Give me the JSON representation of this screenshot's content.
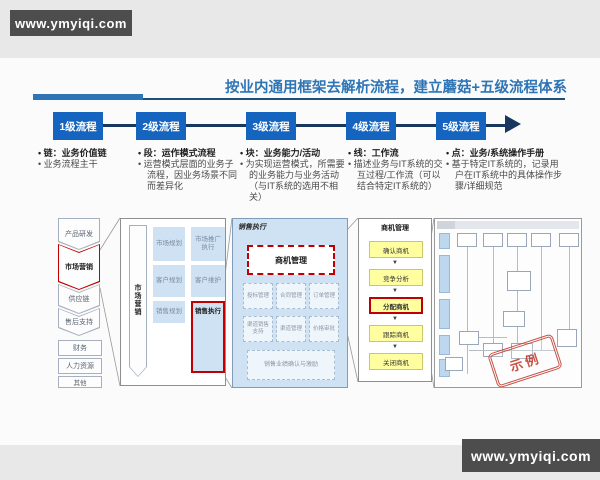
{
  "watermarks": {
    "top": "www.ymyiqi.com",
    "bottom": "www.ymyiqi.com"
  },
  "slide": {
    "title": "按业内通用框架去解析流程，建立蘑菇+五级流程体系",
    "levels": [
      {
        "label": "1级流程",
        "heading": "链：业务价值链",
        "detail": "业务流程主干"
      },
      {
        "label": "2级流程",
        "heading": "段：运作模式流程",
        "detail": "运营模式层面的业务子流程，因业务场景不同而差异化"
      },
      {
        "label": "3级流程",
        "heading": "块：业务能力/活动",
        "detail": "为实现运营模式，所需要的业务能力与业务活动（与IT系统的选用不相关）"
      },
      {
        "label": "4级流程",
        "heading": "线：工作流",
        "detail": "描述业务与IT系统的交互过程/工作流（可以结合特定IT系统的）"
      },
      {
        "label": "5级流程",
        "heading": "点：业务/系统操作手册",
        "detail": "基于特定IT系统的，记录用户在IT系统中的具体操作步骤/详细规范"
      }
    ],
    "value_chain": {
      "chevrons": [
        "产品研发",
        "市场营销",
        "供应链",
        "售后支持"
      ],
      "highlighted": "市场营销",
      "rects": [
        "财务",
        "人力资源",
        "其他"
      ]
    },
    "marketing_panel": {
      "side_label": "市场营销",
      "cells": [
        [
          "市场规划",
          "市场推广执行"
        ],
        [
          "客户规划",
          "客户维护"
        ],
        [
          "销售规划",
          "销售执行"
        ]
      ],
      "highlighted_cell": "销售执行"
    },
    "sales_panel": {
      "title": "销售执行",
      "featured": "商机管理",
      "row1": [
        "投标管理",
        "合同管理",
        "订单管理"
      ],
      "row2": [
        "渠道销售支持",
        "渠道管理",
        "价格审批"
      ],
      "bottom": "销售业绩确认与激励"
    },
    "opportunity_panel": {
      "title": "商机管理",
      "steps": [
        "确认商机",
        "竞争分析",
        "分配商机",
        "跟踪商机",
        "关闭商机"
      ],
      "highlighted_step": "分配商机"
    },
    "detail_panel": {
      "stamp": "示例"
    }
  },
  "colors": {
    "level_box_blue": "#1565c0",
    "title_blue": "#2e75b6",
    "rule_navy": "#1f4e79",
    "arrow_navy": "#17375e",
    "highlight_red": "#c00000",
    "panel_light_blue": "#cfe2f3",
    "step_yellow": "#ffffa0",
    "watermark_gray": "#4d4d4d",
    "stamp_red": "#c0392b"
  }
}
